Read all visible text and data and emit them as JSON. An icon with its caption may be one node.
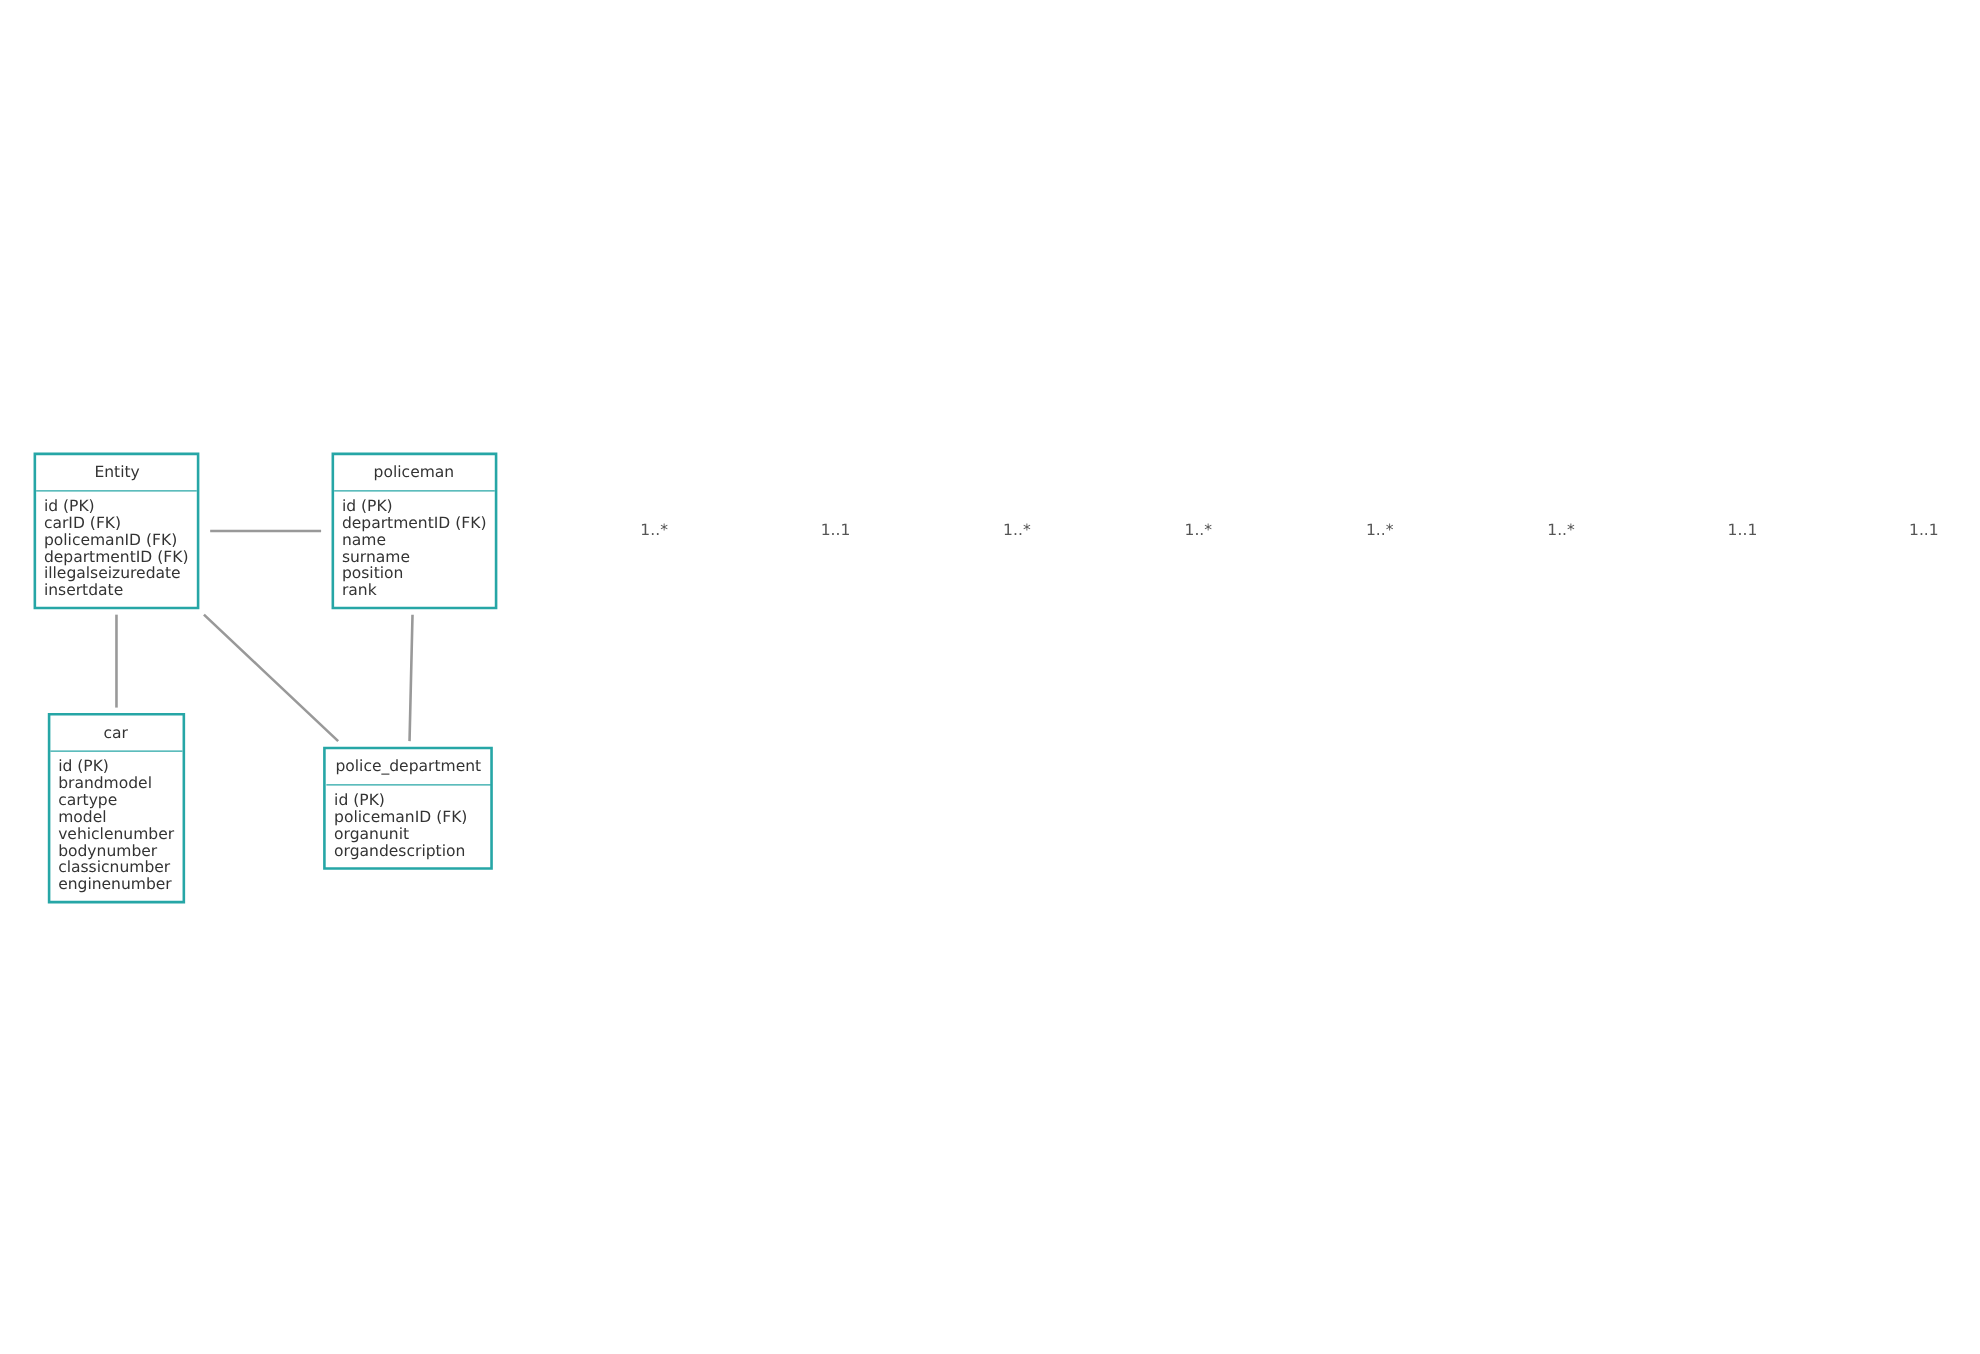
{
  "diagram": {
    "nodes": [
      {
        "text": [
          "Entity",
          "id (PK)",
          "carID (FK)",
          "policemanID (FK)",
          "departmentID (FK)",
          "illegalseizuredate",
          "insertdate"
        ]
      },
      {
        "text": [
          "policeman",
          "id (PK)",
          "departmentID (FK)",
          "name",
          "surname",
          "position",
          "rank"
        ]
      },
      {
        "text": [
          "car",
          "id (PK)",
          "brandmodel",
          "cartype",
          "model",
          "vehiclenumber",
          "bodynumber",
          "classicnumber",
          "enginenumber"
        ]
      },
      {
        "text": [
          "police_department",
          "id (PK)",
          "policemanID (FK)",
          "organunit",
          "organdescription"
        ]
      }
    ],
    "edges": [
      {
        "from": 0,
        "to": 2,
        "arrow": "none"
      },
      {
        "from": 0,
        "to": 1,
        "arrow": "none"
      },
      {
        "from": 0,
        "to": 3,
        "arrow": "none"
      },
      {
        "from": 1,
        "to": 3,
        "arrow": "none"
      }
    ],
    "labels": [
      "1..*",
      "1..1",
      "1..*",
      "1..*",
      "1..*",
      "1..*",
      "1..1",
      "1..1"
    ]
  }
}
